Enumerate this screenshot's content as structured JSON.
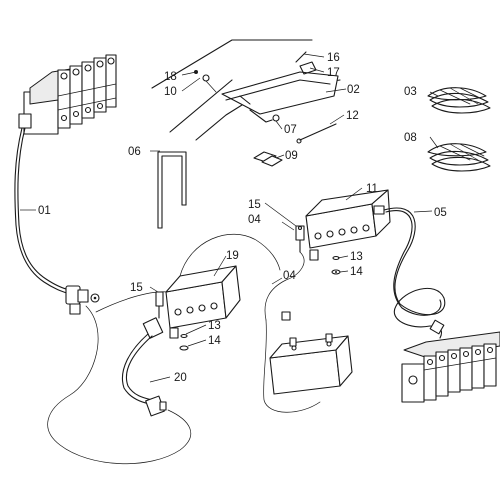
{
  "diagram": {
    "callouts": [
      {
        "id": "c01",
        "text": "01"
      },
      {
        "id": "c02",
        "text": "02"
      },
      {
        "id": "c03",
        "text": "03"
      },
      {
        "id": "c04a",
        "text": "04"
      },
      {
        "id": "c04b",
        "text": "04"
      },
      {
        "id": "c05",
        "text": "05"
      },
      {
        "id": "c06",
        "text": "06"
      },
      {
        "id": "c07",
        "text": "07"
      },
      {
        "id": "c08",
        "text": "08"
      },
      {
        "id": "c09",
        "text": "09"
      },
      {
        "id": "c10",
        "text": "10"
      },
      {
        "id": "c11",
        "text": "11"
      },
      {
        "id": "c12",
        "text": "12"
      },
      {
        "id": "c13a",
        "text": "13"
      },
      {
        "id": "c13b",
        "text": "13"
      },
      {
        "id": "c14a",
        "text": "14"
      },
      {
        "id": "c14b",
        "text": "14"
      },
      {
        "id": "c15a",
        "text": "15"
      },
      {
        "id": "c15b",
        "text": "15"
      },
      {
        "id": "c16",
        "text": "16"
      },
      {
        "id": "c17",
        "text": "17"
      },
      {
        "id": "c18",
        "text": "18"
      },
      {
        "id": "c19",
        "text": "19"
      },
      {
        "id": "c20",
        "text": "20"
      }
    ]
  }
}
